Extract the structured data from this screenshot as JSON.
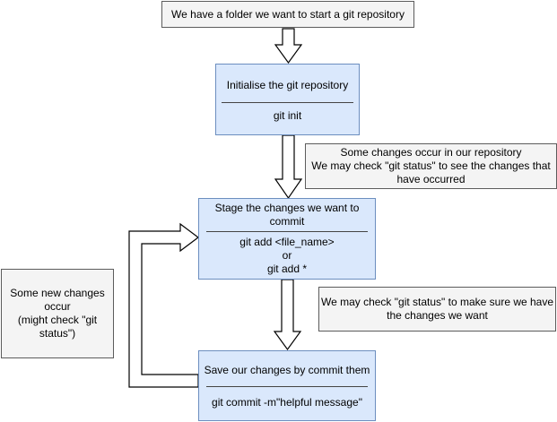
{
  "start_note": {
    "lines": [
      "We have a folder we want to start a git repository"
    ]
  },
  "step_init": {
    "title": [
      "Initialise the git repository"
    ],
    "commands": [
      "git init"
    ]
  },
  "note_changes": {
    "lines": [
      "Some changes occur in our repository",
      "We may check \"git status\" to see the changes that",
      "have occurred"
    ]
  },
  "step_stage": {
    "title": [
      "Stage the changes we want to",
      "commit"
    ],
    "commands": [
      "git add <file_name>",
      "or",
      "git add *"
    ]
  },
  "note_new_changes": {
    "lines": [
      "Some new changes",
      "occur",
      "(might check \"git",
      "status\")"
    ]
  },
  "note_status_check": {
    "lines": [
      "We may check \"git status\" to make sure we have",
      "the changes we want"
    ]
  },
  "step_commit": {
    "title": [
      "Save our changes by commit them"
    ],
    "commands": [
      "git commit -m\"helpful message\""
    ]
  },
  "colors": {
    "step_fill": "#dae8fc",
    "step_border": "#6c8ebf",
    "note_fill": "#f4f4f4",
    "note_border": "#5c5c5c"
  }
}
